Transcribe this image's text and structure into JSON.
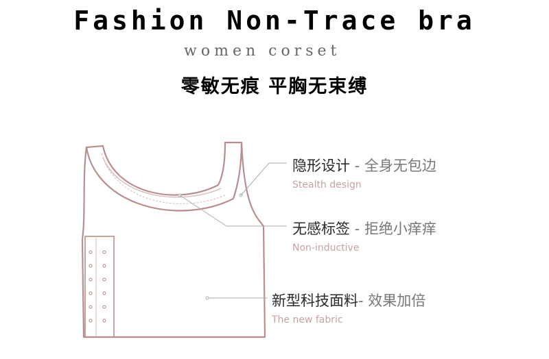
{
  "header": {
    "title": "Fashion Non-Trace bra",
    "subtitle": "women corset",
    "cn_title": "零敏无痕  平胸无束缚"
  },
  "features": [
    {
      "name": "隐形设计",
      "sep": " - ",
      "benefit": "全身无包边",
      "en": "Stealth design"
    },
    {
      "name": "无感标签",
      "sep": " - ",
      "benefit": "拒绝小痒痒",
      "en": "Non-inductive"
    },
    {
      "name": "新型科技面料",
      "sep": "- ",
      "benefit": "效果加倍",
      "en": "The new fabric"
    }
  ],
  "colors": {
    "outline": "#b98d8d",
    "accent_text": "#c6a2a2",
    "leader": "#aaaaaa"
  }
}
